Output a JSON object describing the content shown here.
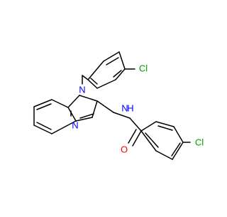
{
  "molecule": {
    "atom_labels": {
      "cl_top": "Cl",
      "n1": "N",
      "n3": "N",
      "nh": "N",
      "h_amide": "H",
      "o": "O",
      "cl_right": "Cl"
    },
    "colors": {
      "bond": "#000000",
      "nitrogen": "#0000ff",
      "oxygen": "#ff0000",
      "chlorine": "#00a000"
    }
  }
}
